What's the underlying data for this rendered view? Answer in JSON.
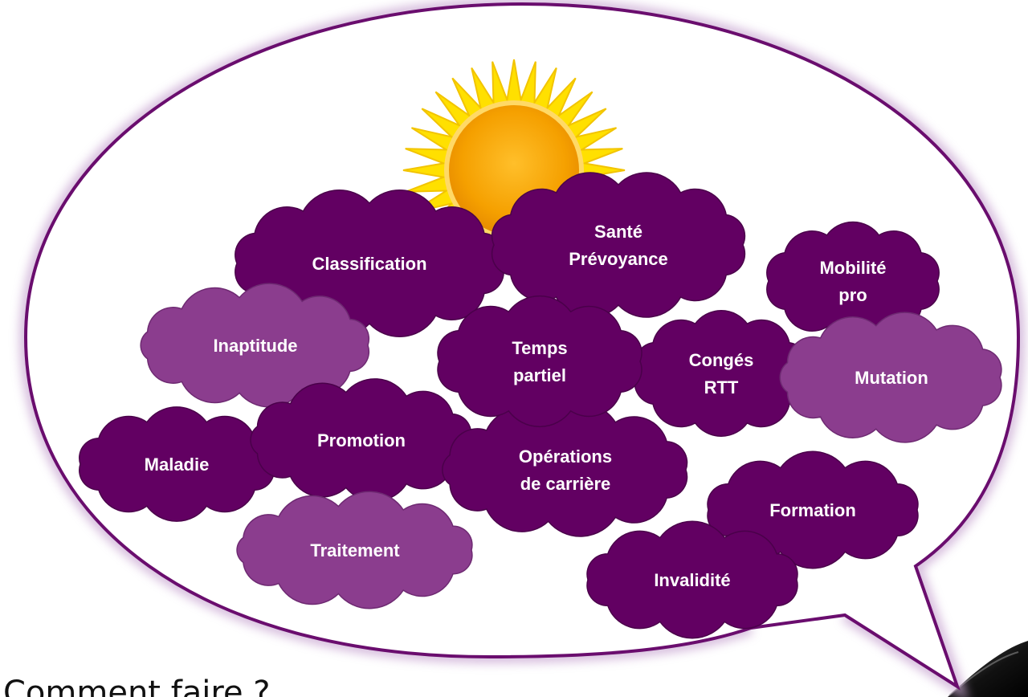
{
  "caption": "Comment faire ?",
  "colors": {
    "dark_cloud": "#620062",
    "light_cloud": "#8b3d8e",
    "bubble_stroke": "#6a0d6e",
    "bubble_glow": "#c9a7d2",
    "sun_core": "#f7a600",
    "sun_rays": "#ffe000"
  },
  "icons": {
    "sun": "sun-icon",
    "speech_bubble": "speech-bubble-shape",
    "page_corner": "page-curl-icon"
  },
  "clouds": {
    "classification": {
      "lines": [
        "Classification"
      ],
      "tone": "dark"
    },
    "sante": {
      "lines": [
        "Santé",
        "Prévoyance"
      ],
      "tone": "dark"
    },
    "mobilite": {
      "lines": [
        "Mobilité",
        "pro"
      ],
      "tone": "dark"
    },
    "inaptitude": {
      "lines": [
        "Inaptitude"
      ],
      "tone": "light"
    },
    "temps": {
      "lines": [
        "Temps",
        "partiel"
      ],
      "tone": "dark"
    },
    "conges": {
      "lines": [
        "Congés",
        "RTT"
      ],
      "tone": "dark"
    },
    "mutation": {
      "lines": [
        "Mutation"
      ],
      "tone": "light"
    },
    "promotion": {
      "lines": [
        "Promotion"
      ],
      "tone": "dark"
    },
    "maladie": {
      "lines": [
        "Maladie"
      ],
      "tone": "dark"
    },
    "operations": {
      "lines": [
        "Opérations",
        "de carrière"
      ],
      "tone": "dark"
    },
    "formation": {
      "lines": [
        "Formation"
      ],
      "tone": "dark"
    },
    "traitement": {
      "lines": [
        "Traitement"
      ],
      "tone": "light"
    },
    "invalidite": {
      "lines": [
        "Invalidité"
      ],
      "tone": "dark"
    }
  }
}
